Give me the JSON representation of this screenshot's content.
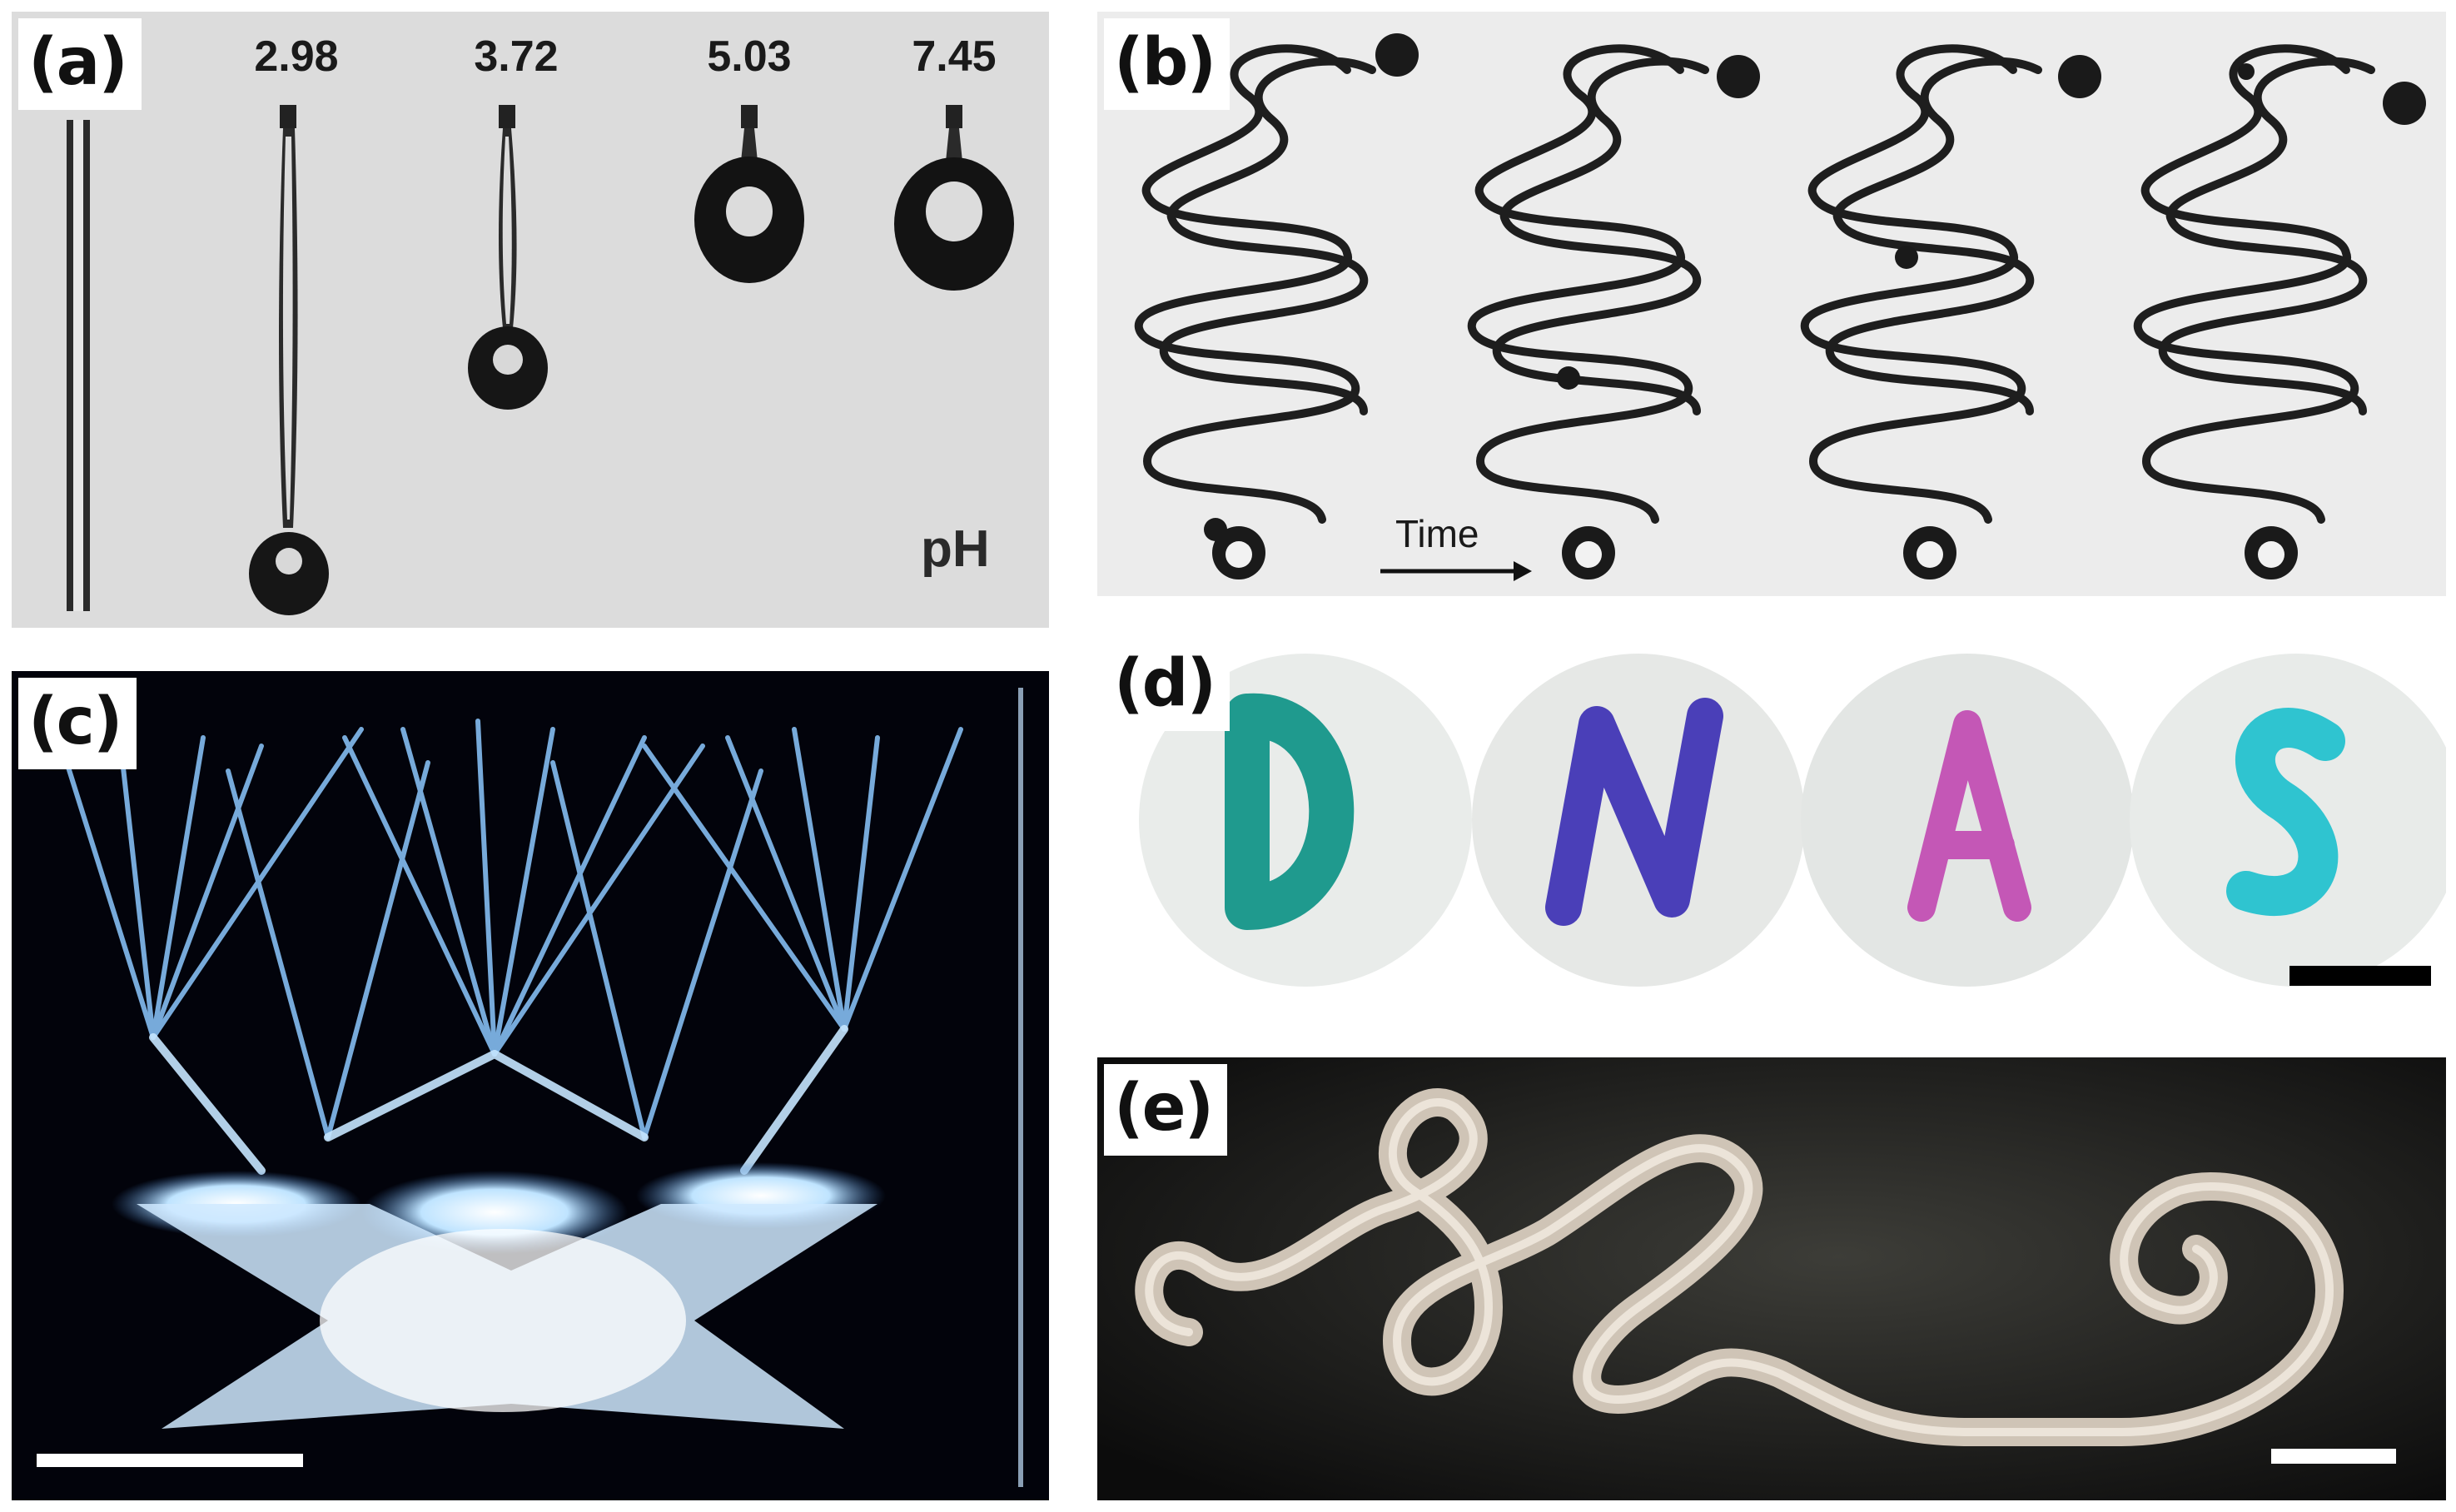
{
  "panels": {
    "a": {
      "label": "(a)",
      "ph_values": [
        "2.98",
        "3.72",
        "5.03",
        "7.45"
      ],
      "unit": "pH"
    },
    "b": {
      "label": "(b)",
      "arrow_label": "Time"
    },
    "c": {
      "label": "(c)"
    },
    "d": {
      "label": "(d)",
      "letters": [
        "D",
        "N",
        "A",
        "S"
      ],
      "letter_colors": [
        "#1f9a8e",
        "#4a3fb8",
        "#c457b6",
        "#2fc4d0"
      ]
    },
    "e": {
      "label": "(e)"
    }
  }
}
